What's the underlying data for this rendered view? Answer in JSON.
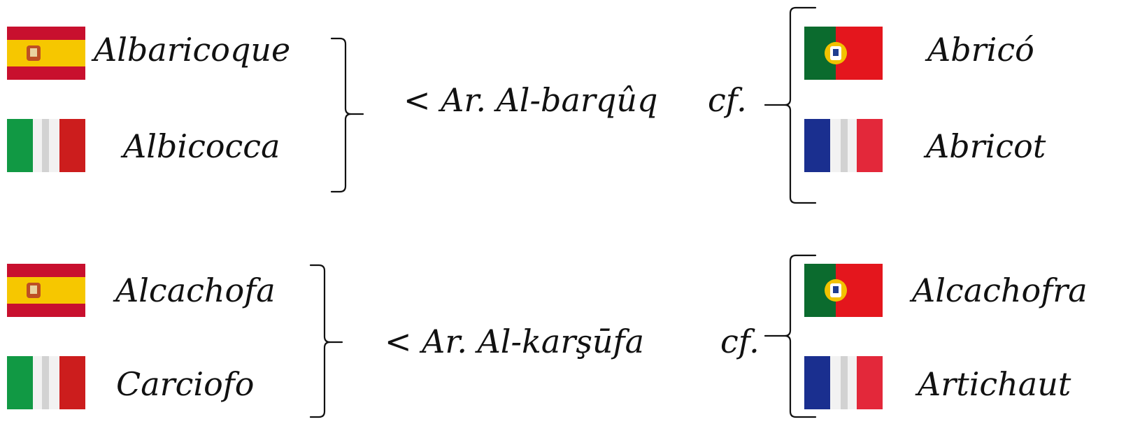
{
  "colors": {
    "text": "#111111",
    "spain_red": "#c8102e",
    "spain_yellow": "#f6c700",
    "italy_green": "#119944",
    "italy_white": "#ffffff",
    "italy_red": "#cc1d1d",
    "portugal_green": "#0b6b2e",
    "portugal_red": "#e4161d",
    "france_blue": "#1a2f8f",
    "france_white": "#ffffff",
    "france_red": "#e3283a"
  },
  "groups": [
    {
      "left": [
        {
          "flag": "spain-flag-icon",
          "word": "Albaricoque"
        },
        {
          "flag": "italy-flag-icon",
          "word": "Albicocca"
        }
      ],
      "etymon": "<  Ar.  Al-barqûq",
      "cf": "cf.",
      "right": [
        {
          "flag": "portugal-flag-icon",
          "word": "Abricó"
        },
        {
          "flag": "france-flag-icon",
          "word": "Abricot"
        }
      ]
    },
    {
      "left": [
        {
          "flag": "spain-flag-icon",
          "word": "Alcachofa"
        },
        {
          "flag": "italy-flag-icon",
          "word": "Carciofo"
        }
      ],
      "etymon": "< Ar. Al-karşūfa",
      "cf": "cf.",
      "right": [
        {
          "flag": "portugal-flag-icon",
          "word": "Alcachofra"
        },
        {
          "flag": "france-flag-icon",
          "word": "Artichaut"
        }
      ]
    }
  ]
}
